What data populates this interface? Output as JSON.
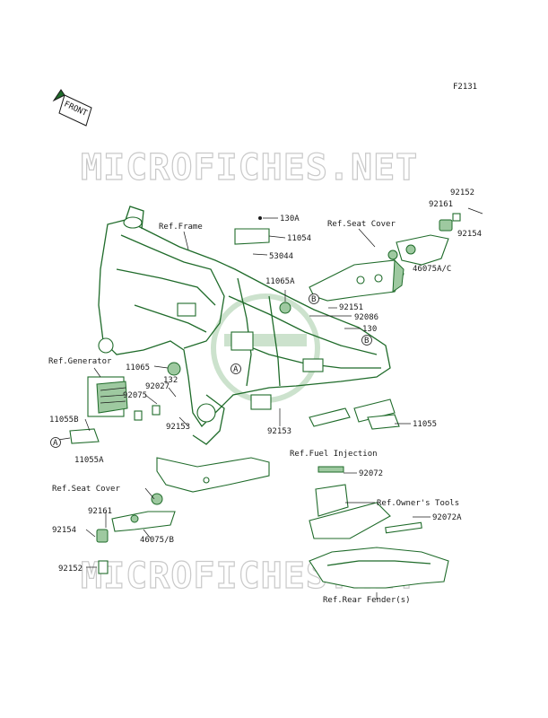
{
  "figure_code": "F2131",
  "front_label": "FRONT",
  "watermark": "MICROFICHES.NET",
  "labels": {
    "ref_frame": "Ref.Frame",
    "p130a": "130A",
    "ref_seat_cover_top": "Ref.Seat Cover",
    "p92152_top": "92152",
    "p92161_top": "92161",
    "p11054": "11054",
    "p92154_top": "92154",
    "p53044": "53044",
    "p46075ac": "46075A/C",
    "p11065a": "11065A",
    "callout_b_top": "B",
    "p92151": "92151",
    "p92086": "92086",
    "p130": "130",
    "callout_b_mid": "B",
    "ref_generator": "Ref.Generator",
    "p11065": "11065",
    "p132": "132",
    "p92027": "92027",
    "p92075": "92075",
    "callout_a_frame": "A",
    "p11055b": "11055B",
    "callout_a_left": "A",
    "p92153_left": "92153",
    "p92153_mid": "92153",
    "p11055": "11055",
    "p11055a": "11055A",
    "ref_fuel_injection": "Ref.Fuel Injection",
    "p92072": "92072",
    "ref_seat_cover_bottom": "Ref.Seat Cover",
    "ref_owners_tools": "Ref.Owner's Tools",
    "p92161_bottom": "92161",
    "p92072a": "92072A",
    "p92154_bottom": "92154",
    "p46075b": "46075/B",
    "p92152_bottom": "92152",
    "ref_rear_fender": "Ref.Rear Fender(s)"
  }
}
